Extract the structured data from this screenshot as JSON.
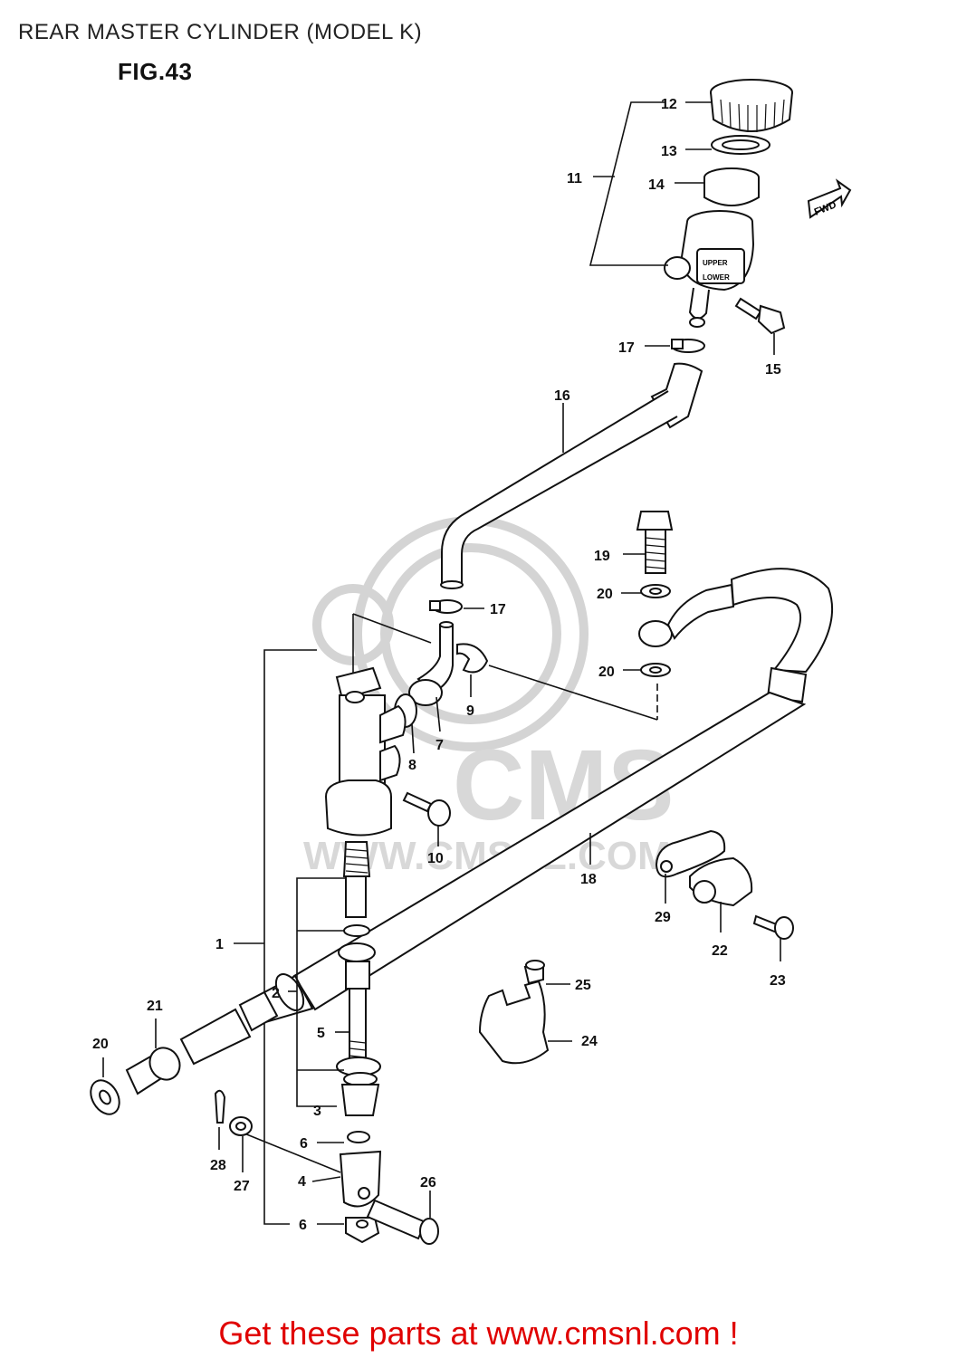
{
  "title": "REAR MASTER CYLINDER (MODEL K)",
  "figure_label": "FIG.43",
  "watermark": {
    "brand": "CMS",
    "url": "WWW.CMSNL.COM"
  },
  "fwd_badge": "FWD",
  "reservoir_marks": {
    "upper": "UPPER",
    "lower": "LOWER"
  },
  "callout": "Get these parts at www.cmsnl.com !",
  "colors": {
    "callout": "#e00000",
    "watermark": "#d4d4d4",
    "line": "#111111"
  },
  "parts": {
    "p1": "1",
    "p2": "2",
    "p3": "3",
    "p4": "4",
    "p5": "5",
    "p6a": "6",
    "p6b": "6",
    "p7": "7",
    "p8": "8",
    "p9": "9",
    "p10": "10",
    "p11": "11",
    "p12": "12",
    "p13": "13",
    "p14": "14",
    "p15": "15",
    "p16": "16",
    "p17a": "17",
    "p17b": "17",
    "p18": "18",
    "p19": "19",
    "p20a": "20",
    "p20b": "20",
    "p20c": "20",
    "p21": "21",
    "p22": "22",
    "p23": "23",
    "p24": "24",
    "p25": "25",
    "p26": "26",
    "p27": "27",
    "p28": "28",
    "p29": "29"
  }
}
